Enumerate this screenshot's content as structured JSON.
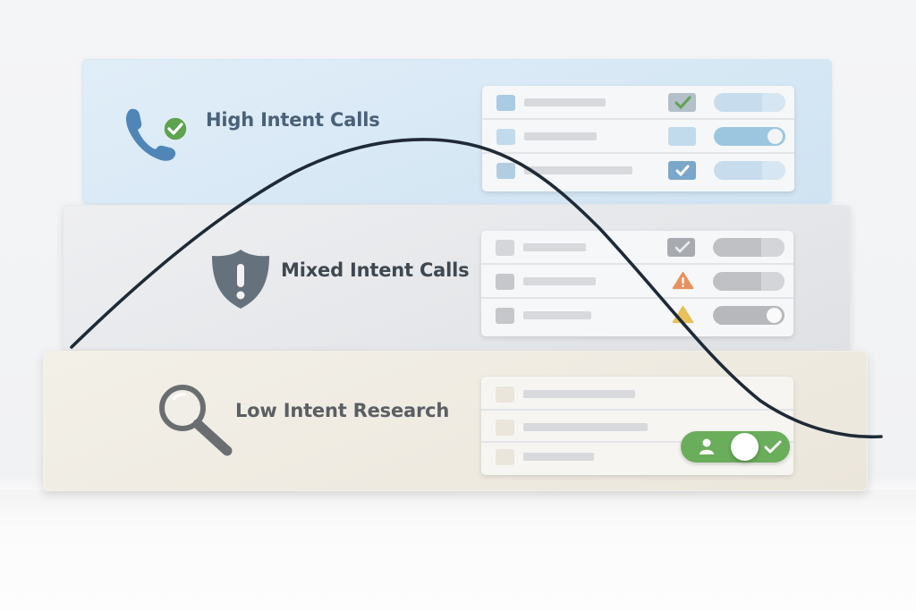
{
  "tiers": [
    {
      "label": "High Intent Calls",
      "icon": "phone-check-icon",
      "color": "#4a6178",
      "panel_color": "#d8e9f5",
      "rows": [
        {
          "status": "checked-green",
          "toggle": "partial"
        },
        {
          "status": "unchecked",
          "toggle": "on"
        },
        {
          "status": "checked-blue",
          "toggle": "partial"
        }
      ]
    },
    {
      "label": "Mixed Intent Calls",
      "icon": "shield-alert-icon",
      "color": "#3f4851",
      "panel_color": "#e6e8eb",
      "rows": [
        {
          "status": "checked-gray",
          "toggle": "partial"
        },
        {
          "status": "warning-orange",
          "toggle": "partial"
        },
        {
          "status": "warning-yellow",
          "toggle": "on"
        }
      ]
    },
    {
      "label": "Low Intent Research",
      "icon": "magnifier-icon",
      "color": "#5b5f63",
      "panel_color": "#efebe2",
      "rows": [
        {
          "status": "none"
        },
        {
          "status": "none"
        },
        {
          "status": "none"
        }
      ],
      "highlight_toggle": {
        "state": "on",
        "icon_left": "user-icon",
        "icon_right": "check-icon",
        "color": "#6aad5a"
      }
    }
  ],
  "curve": {
    "color": "#1f2a37",
    "points": [
      [
        80,
        388
      ],
      [
        170,
        305
      ],
      [
        270,
        232
      ],
      [
        355,
        180
      ],
      [
        465,
        156
      ],
      [
        560,
        172
      ],
      [
        630,
        220
      ],
      [
        700,
        290
      ],
      [
        760,
        355
      ],
      [
        815,
        415
      ],
      [
        880,
        465
      ],
      [
        985,
        488
      ]
    ]
  },
  "colors": {
    "accent_green": "#5ea350",
    "warning_orange": "#e8905e",
    "warning_yellow": "#e8c15a",
    "toggle_blue": "#9cc6e0"
  }
}
